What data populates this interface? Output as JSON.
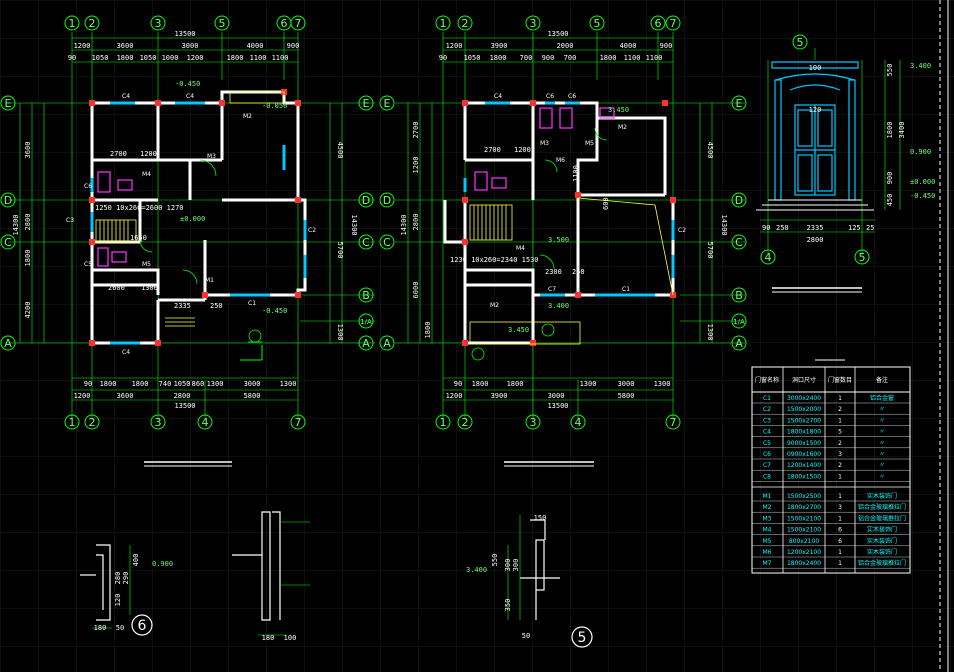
{
  "colors": {
    "background": "#000000",
    "grid": "#1b1b1b",
    "axis": "#00ff00",
    "wall": "#ffffff",
    "column": "#ff3030",
    "window": "#00c8ff",
    "fixture": "#ff33ff",
    "stair": "#ffff40",
    "text": "#ffffff"
  },
  "plan1": {
    "top_axes": [
      "1",
      "2",
      "3",
      "5",
      "6",
      "7"
    ],
    "bottom_axes": [
      "1",
      "2",
      "3",
      "4",
      "7"
    ],
    "side_axes": [
      "E",
      "D",
      "C",
      "B",
      "1/A",
      "A"
    ],
    "top_total": "13500",
    "top_dims": [
      "1200",
      "3600",
      "3000",
      "4000",
      "900"
    ],
    "top_sub": [
      "90",
      "1050",
      "1800",
      "1050",
      "1000",
      "1200",
      "1800",
      "1100",
      "1100"
    ],
    "bottom_total": "13500",
    "bottom_dims": [
      "1200",
      "3600",
      "2800",
      "5800"
    ],
    "bottom_sub": [
      "90",
      "1800",
      "1800",
      "740",
      "1050",
      "860",
      "1300",
      "3000",
      "1300"
    ],
    "left_total": "14300",
    "left_dims": [
      "3600",
      "2800",
      "1800",
      "4200"
    ],
    "right_total": "14300",
    "right_dims": [
      "4500",
      "5700",
      "1300"
    ],
    "levels": [
      "-0.450",
      "-0.050",
      "±0.000",
      "-0.450"
    ],
    "windows": [
      "C4",
      "C4",
      "C4",
      "C1",
      "C2",
      "C3",
      "C6",
      "C5"
    ],
    "doors": [
      "M1",
      "M2",
      "M3",
      "M4",
      "M5"
    ],
    "stair_note": "1250  10x260=2600  1270",
    "dims_inner": [
      "2700",
      "1200",
      "2600",
      "1300",
      "2335",
      "250",
      "1650"
    ]
  },
  "plan2": {
    "top_axes": [
      "1",
      "2",
      "3",
      "5",
      "6",
      "7"
    ],
    "bottom_axes": [
      "1",
      "2",
      "3",
      "4",
      "7"
    ],
    "side_axes": [
      "E",
      "D",
      "C",
      "B",
      "1/A",
      "A"
    ],
    "top_total": "13500",
    "top_dims": [
      "1200",
      "3900",
      "2000",
      "4000",
      "900"
    ],
    "top_sub": [
      "90",
      "1050",
      "1800",
      "700",
      "900",
      "700",
      "1800",
      "1100",
      "1100"
    ],
    "bottom_total": "13500",
    "bottom_dims": [
      "1200",
      "3900",
      "3000",
      "5800"
    ],
    "bottom_sub": [
      "90",
      "1800",
      "1800",
      "1300",
      "3000",
      "1300"
    ],
    "left_total": "14300",
    "left_dims": [
      "2700",
      "1200",
      "2800",
      "6000",
      "1800"
    ],
    "right_total": "14300",
    "right_dims": [
      "4500",
      "5700",
      "1300"
    ],
    "levels": [
      "3.450",
      "3.500",
      "3.400",
      "3.450"
    ],
    "windows": [
      "C4",
      "C6",
      "C6",
      "C2",
      "C7",
      "C1"
    ],
    "doors": [
      "M2",
      "M2",
      "M3",
      "M4",
      "M5",
      "M6"
    ],
    "stair_note": "1230  10x260=2340  1530",
    "dims_inner": [
      "2700",
      "1200",
      "2300",
      "250",
      "1100",
      "600"
    ]
  },
  "elevation": {
    "tag": "5",
    "axes": [
      "4",
      "5"
    ],
    "dims_bottom": [
      "90",
      "250",
      "2335",
      "125",
      "25"
    ],
    "total": "2800",
    "levels": [
      "3.400",
      "0.900",
      "±0.000",
      "-0.450"
    ],
    "right_dims": [
      "550",
      "3400",
      "1800",
      "900",
      "450"
    ],
    "top_dims": [
      "100",
      "120"
    ]
  },
  "schedule": {
    "headers": [
      "门窗名称",
      "洞口尺寸",
      "门窗数目",
      "备注"
    ],
    "windows": [
      [
        "C1",
        "3000x2400",
        "1",
        "铝合金窗"
      ],
      [
        "C2",
        "1500x2000",
        "2",
        "〃"
      ],
      [
        "C3",
        "1500x2700",
        "1",
        "〃"
      ],
      [
        "C4",
        "1800x1800",
        "5",
        "〃"
      ],
      [
        "C5",
        "9000x1500",
        "2",
        "〃"
      ],
      [
        "C6",
        "0900x1600",
        "3",
        "〃"
      ],
      [
        "C7",
        "1200x1400",
        "2",
        "〃"
      ],
      [
        "C8",
        "1800x1500",
        "1",
        "〃"
      ]
    ],
    "doors": [
      [
        "M1",
        "1500x2500",
        "1",
        "实木装饰门"
      ],
      [
        "M2",
        "1800x2700",
        "3",
        "铝合金玻璃推拉门"
      ],
      [
        "M3",
        "1500x2100",
        "1",
        "铝合金玻璃推拉门"
      ],
      [
        "M4",
        "1500x2100",
        "6",
        "实木装饰门"
      ],
      [
        "M5",
        "800x2100",
        "6",
        "实木装饰门"
      ],
      [
        "M6",
        "1200x2100",
        "1",
        "实木装饰门"
      ],
      [
        "M7",
        "1800x2400",
        "1",
        "铝合金玻璃推拉门"
      ]
    ]
  },
  "details": {
    "detail6_tag": "6",
    "detail6_dims": [
      "400",
      "290",
      "280",
      "120",
      "180",
      "50"
    ],
    "detail6_level": "0.900",
    "detail_mid_dims": [
      "180",
      "100"
    ],
    "detail5_tag": "5",
    "detail5_dims": [
      "150",
      "550",
      "300",
      "300",
      "350",
      "50"
    ],
    "detail5_level": "3.400"
  }
}
